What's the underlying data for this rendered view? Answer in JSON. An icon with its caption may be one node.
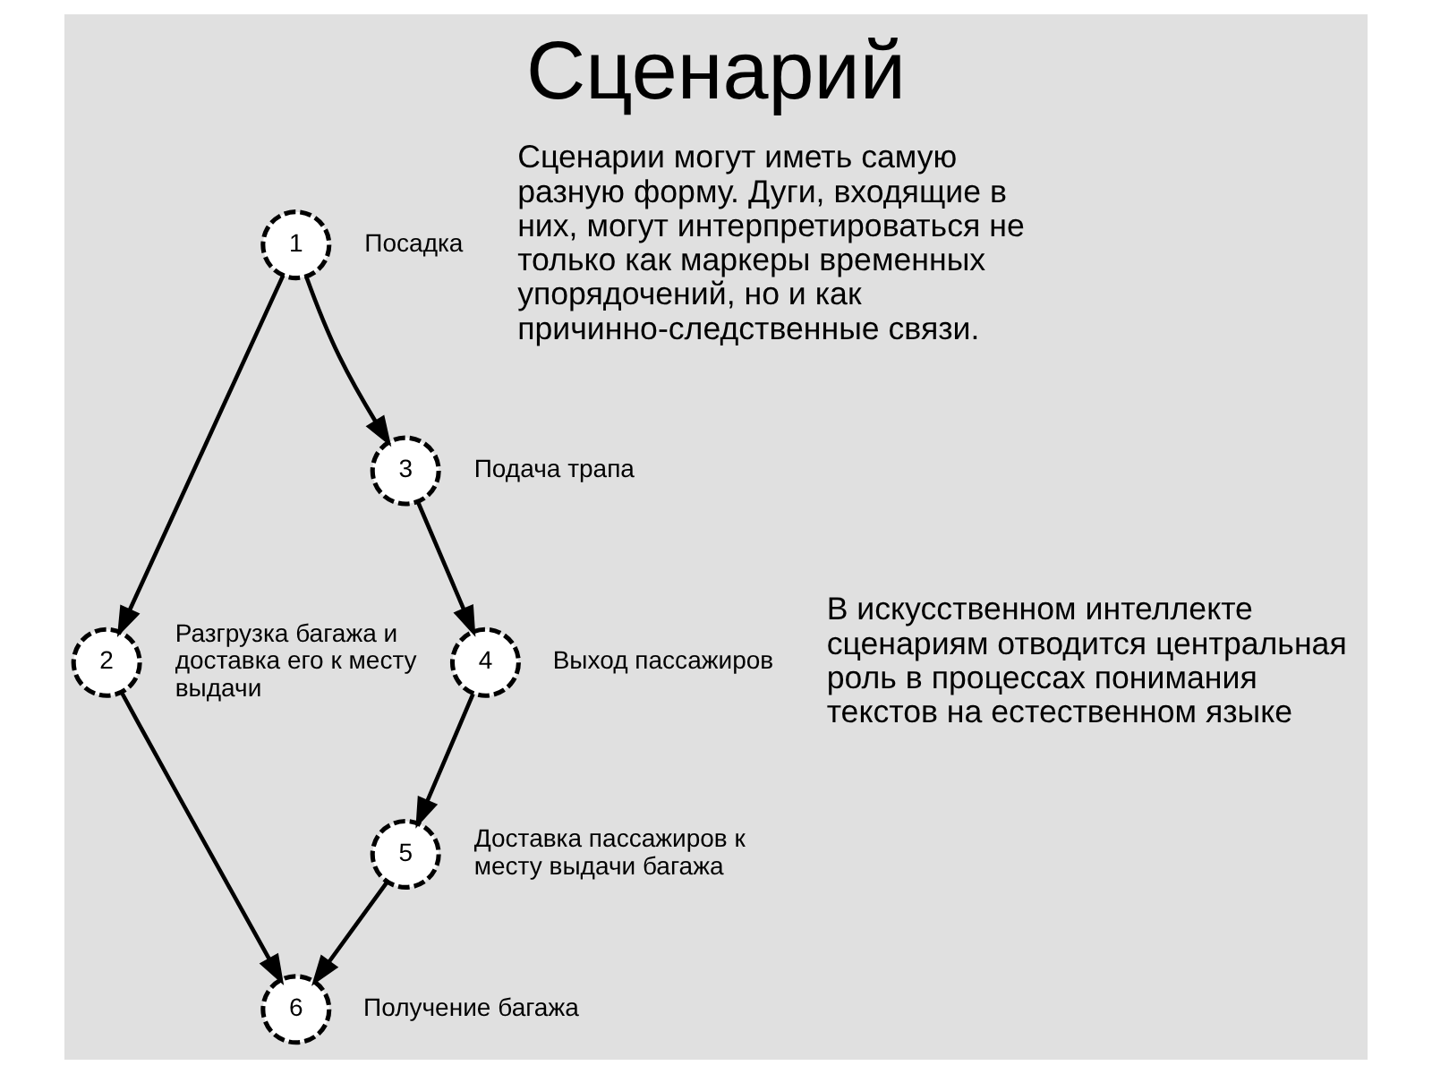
{
  "diagram": {
    "title": "Сценарий",
    "nodes": [
      {
        "text": [
          "1"
        ],
        "beside": [
          "Посадка"
        ]
      },
      {
        "text": [
          "2"
        ],
        "beside": [
          "Разгрузка багажа и доставка его к месту выдачи"
        ]
      },
      {
        "text": [
          "3"
        ],
        "beside": [
          "Подача трапа"
        ]
      },
      {
        "text": [
          "4"
        ],
        "beside": [
          "Выход пассажиров"
        ]
      },
      {
        "text": [
          "5"
        ],
        "beside": [
          "Доставка пассажиров к месту выдачи багажа"
        ]
      },
      {
        "text": [
          "6"
        ],
        "beside": [
          "Получение багажа"
        ]
      }
    ],
    "edges": [
      {
        "from": 0,
        "to": 1,
        "arrow": "to"
      },
      {
        "from": 0,
        "to": 2,
        "arrow": "to"
      },
      {
        "from": 2,
        "to": 3,
        "arrow": "to"
      },
      {
        "from": 3,
        "to": 4,
        "arrow": "to"
      },
      {
        "from": 4,
        "to": 5,
        "arrow": "to"
      },
      {
        "from": 1,
        "to": 5,
        "arrow": "to"
      }
    ],
    "labels": [
      "Сценарии могут иметь самую разную форму. Дуги, входящие в них, могут интерпретироваться не только как маркеры временных упорядочений, но и как причинно-следственные связи.",
      "В искусственном интеллекте сценариям отводится центральная роль в процессах понимания текстов на естественном языке"
    ]
  }
}
